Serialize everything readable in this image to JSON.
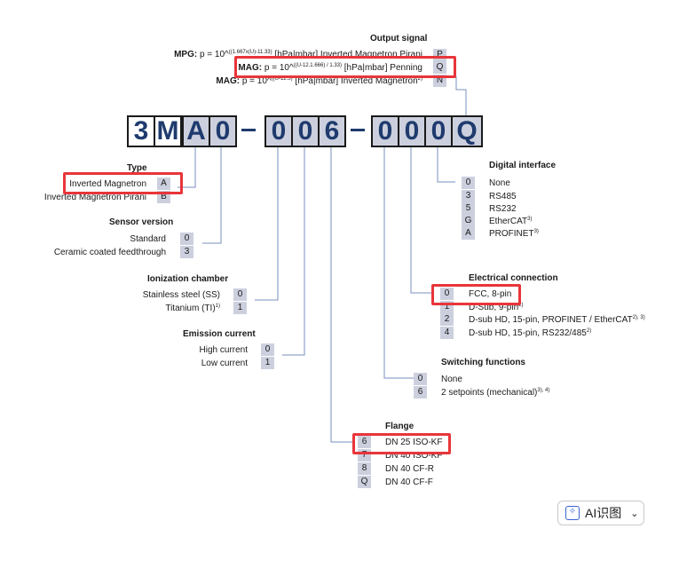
{
  "output_signal": {
    "title": "Output signal",
    "rows": [
      {
        "prefix": "MPG:",
        "formula": "p = 10^",
        "exp": "((1.667x(U)-11.33)",
        "unit": "[hPa|mbar] Inverted Magnetron Pirani",
        "code": "P"
      },
      {
        "prefix": "MAG:",
        "formula": "p = 10^",
        "exp": "((U-12.1.666) / 1.33)",
        "unit": "[hPa|mbar] Penning",
        "code": "Q"
      },
      {
        "prefix": "MAG:",
        "formula": "p = 10^",
        "exp": "((U-12.5)",
        "unit": "[hPa|mbar] Inverted Magnetron",
        "sup": "2)",
        "code": "N"
      }
    ]
  },
  "order_code": {
    "chars": [
      "3",
      "M",
      "A",
      "0",
      "0",
      "0",
      "6",
      "0",
      "0",
      "0",
      "Q"
    ],
    "dash": "–"
  },
  "type": {
    "title": "Type",
    "items": [
      {
        "label": "Inverted Magnetron",
        "code": "A"
      },
      {
        "label": "Inverted Magnetron Pirani",
        "code": "B"
      }
    ]
  },
  "sensor_version": {
    "title": "Sensor version",
    "items": [
      {
        "label": "Standard",
        "code": "0"
      },
      {
        "label": "Ceramic coated feedthrough",
        "code": "3"
      }
    ]
  },
  "ionization_chamber": {
    "title": "Ionization chamber",
    "items": [
      {
        "label": "Stainless steel (SS)",
        "code": "0"
      },
      {
        "label": "Titanium (TI)",
        "sup": "1)",
        "code": "1"
      }
    ]
  },
  "emission_current": {
    "title": "Emission current",
    "items": [
      {
        "label": "High current",
        "code": "0"
      },
      {
        "label": "Low current",
        "code": "1"
      }
    ]
  },
  "flange": {
    "title": "Flange",
    "items": [
      {
        "code": "6",
        "label": "DN 25 ISO-KF"
      },
      {
        "code": "7",
        "label": "DN 40 ISO-KF"
      },
      {
        "code": "8",
        "label": "DN 40 CF-R"
      },
      {
        "code": "Q",
        "label": "DN 40 CF-F"
      }
    ]
  },
  "digital_interface": {
    "title": "Digital interface",
    "items": [
      {
        "code": "0",
        "label": "None"
      },
      {
        "code": "3",
        "label": "RS485"
      },
      {
        "code": "5",
        "label": "RS232"
      },
      {
        "code": "G",
        "label": "EtherCAT",
        "sup": "3)"
      },
      {
        "code": "A",
        "label": "PROFINET",
        "sup": "3)"
      }
    ]
  },
  "electrical_connection": {
    "title": "Electrical connection",
    "items": [
      {
        "code": "0",
        "label": "FCC, 8-pin"
      },
      {
        "code": "1",
        "label": "D-Sub, 9-pin",
        "sup": "2)"
      },
      {
        "code": "2",
        "label": "D-sub HD, 15-pin, PROFINET / EtherCAT",
        "sup": "2), 3)"
      },
      {
        "code": "4",
        "label": "D-sub HD, 15-pin, RS232/485",
        "sup": "2)"
      }
    ]
  },
  "switching_functions": {
    "title": "Switching functions",
    "items": [
      {
        "code": "0",
        "label": "None"
      },
      {
        "code": "6",
        "label": "2 setpoints (mechanical)",
        "sup": "3), 4)"
      }
    ]
  },
  "ai_button": {
    "label": "AI识图"
  },
  "colors": {
    "accent": "#1f3b6e",
    "code_bg": "#ccd0de",
    "highlight": "#e8353a"
  }
}
